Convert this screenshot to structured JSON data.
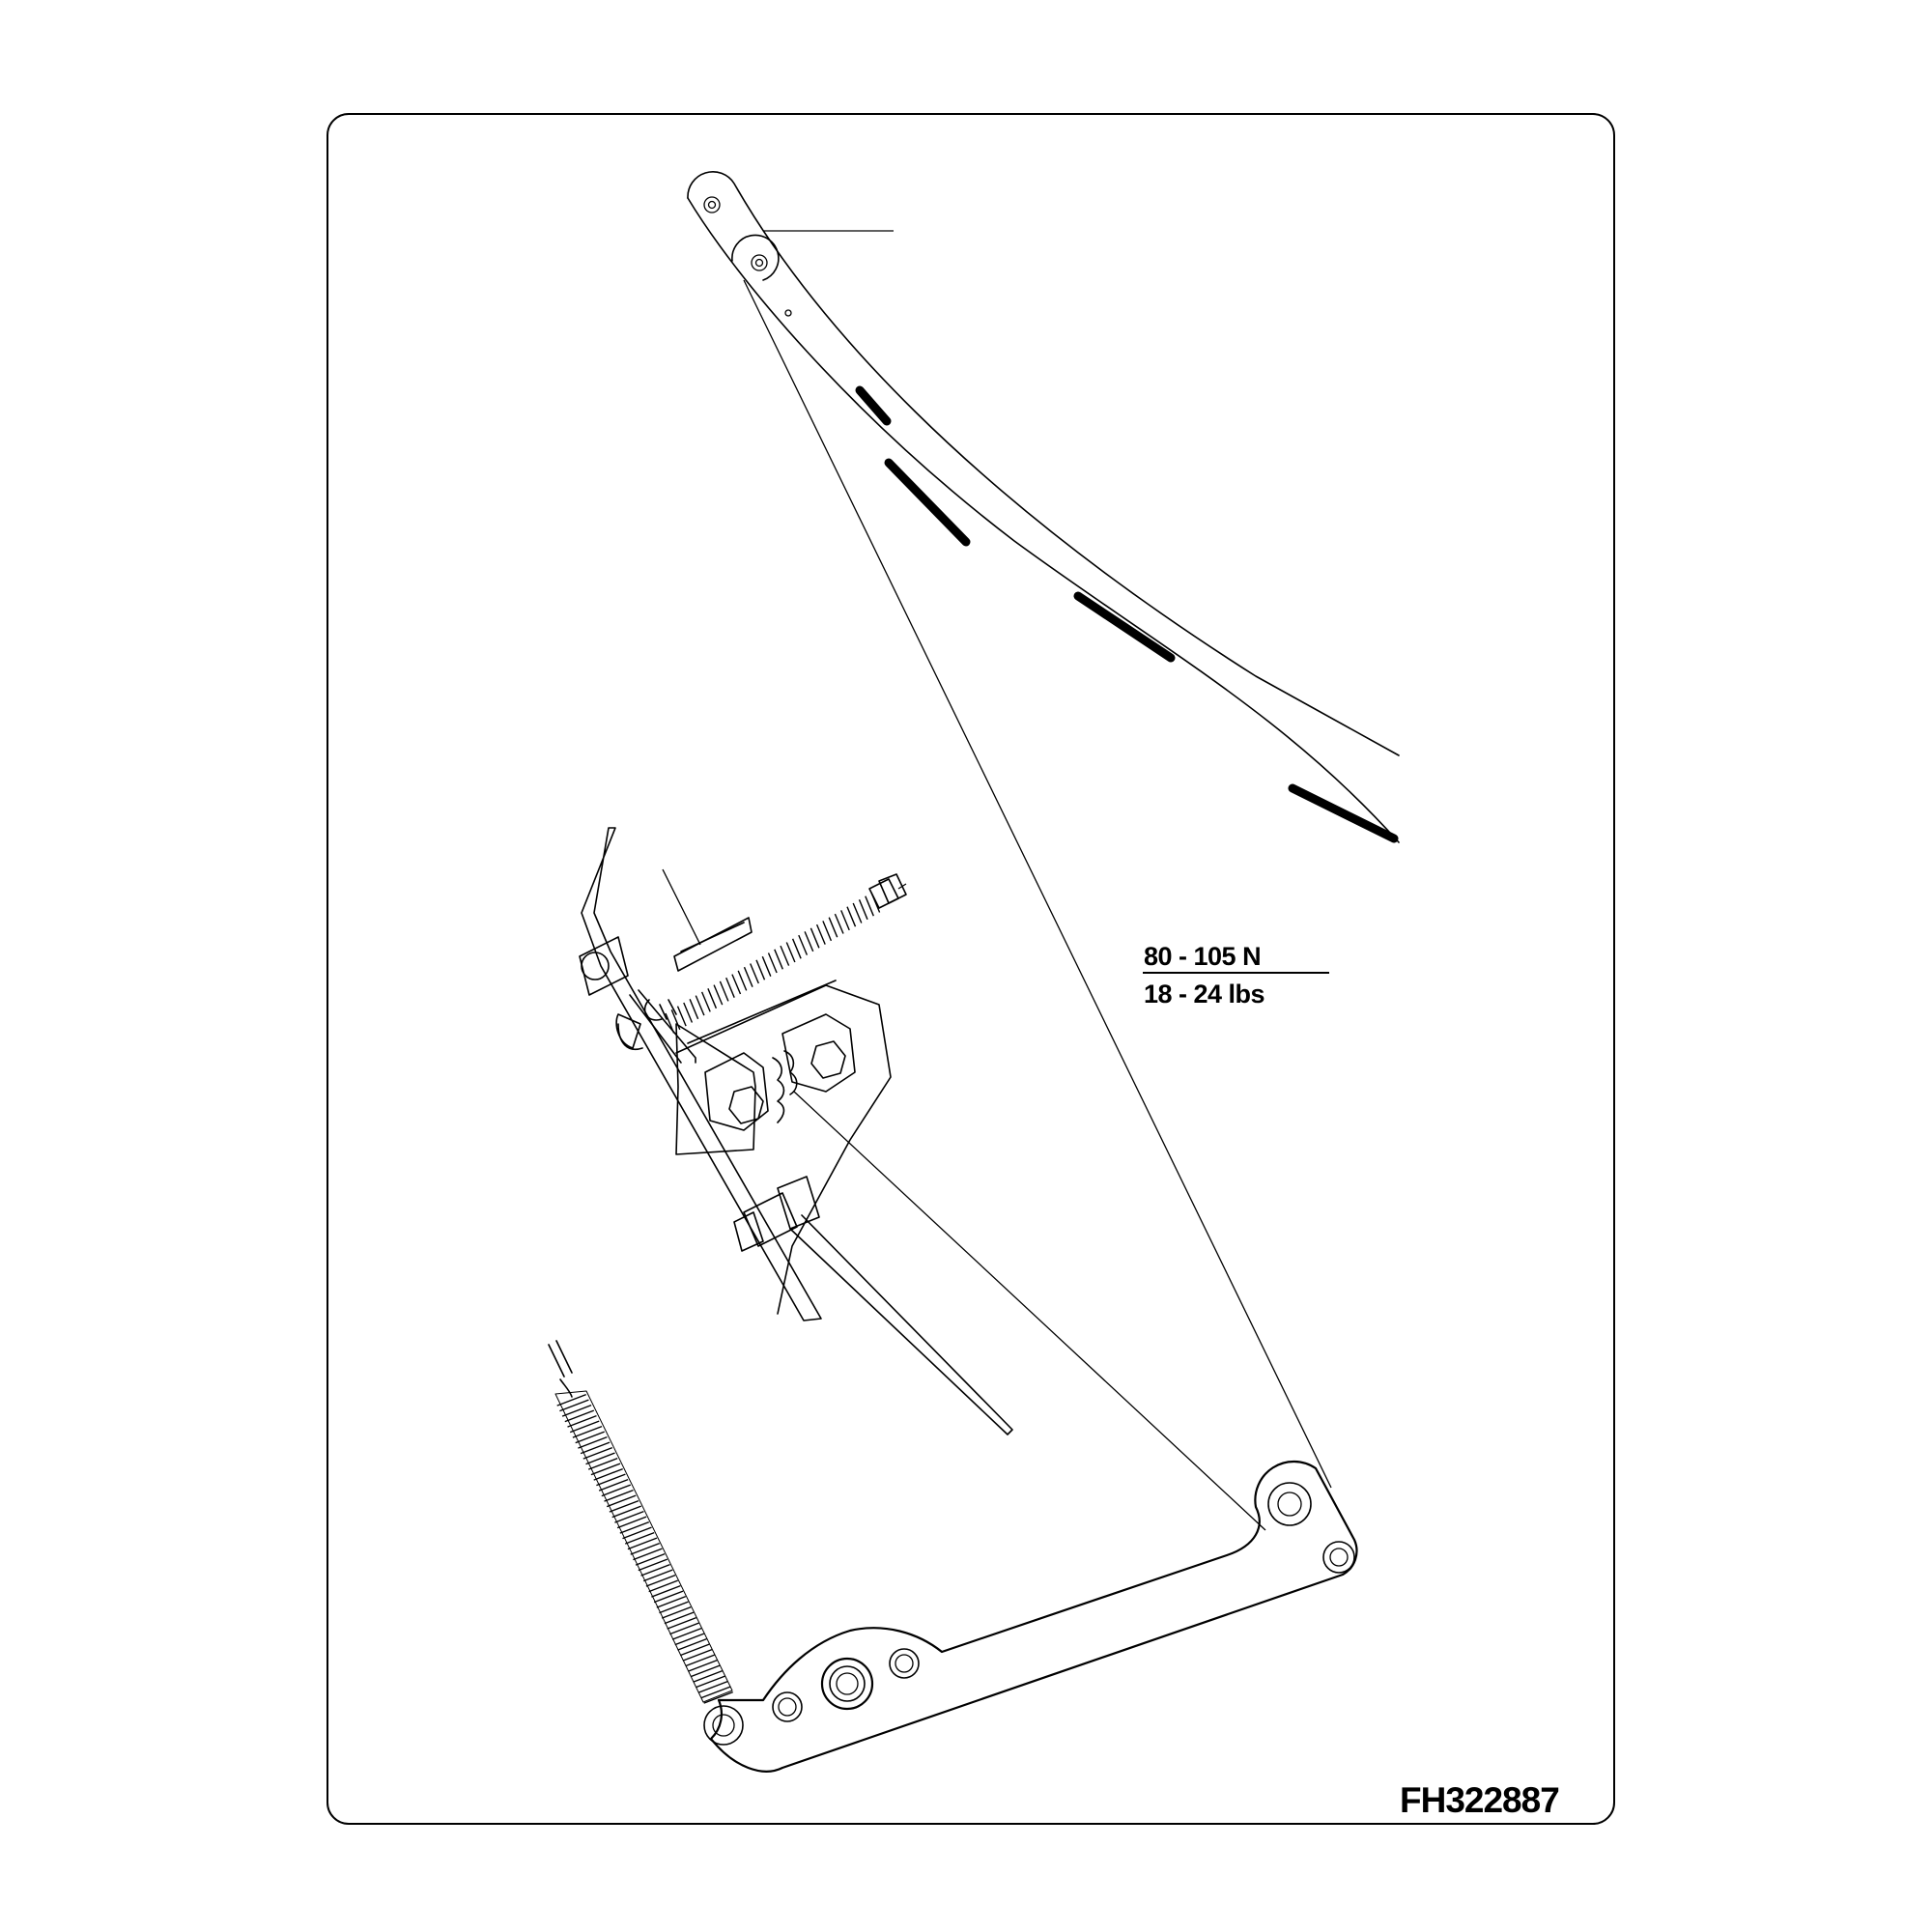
{
  "annotation": {
    "force_newtons": "80 - 105 N",
    "force_pounds": "18 - 24 lbs"
  },
  "drawing_number": "FH322887"
}
